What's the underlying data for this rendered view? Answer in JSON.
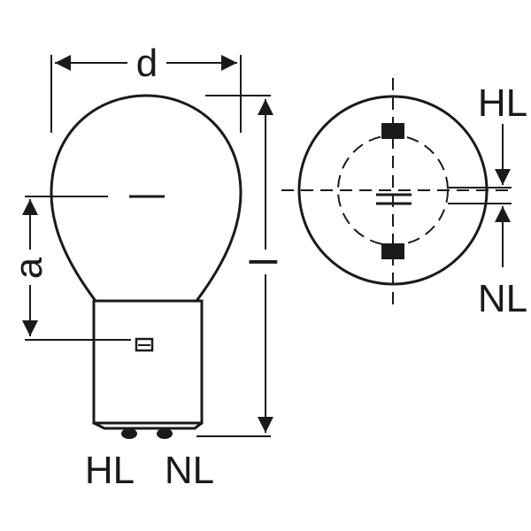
{
  "dimensions": {
    "diameter": "d",
    "light_center": "a",
    "length": "l"
  },
  "side_view": {
    "contact_left": "HL",
    "contact_right": "NL"
  },
  "top_view": {
    "filament_top": "HL",
    "filament_bottom": "NL"
  }
}
